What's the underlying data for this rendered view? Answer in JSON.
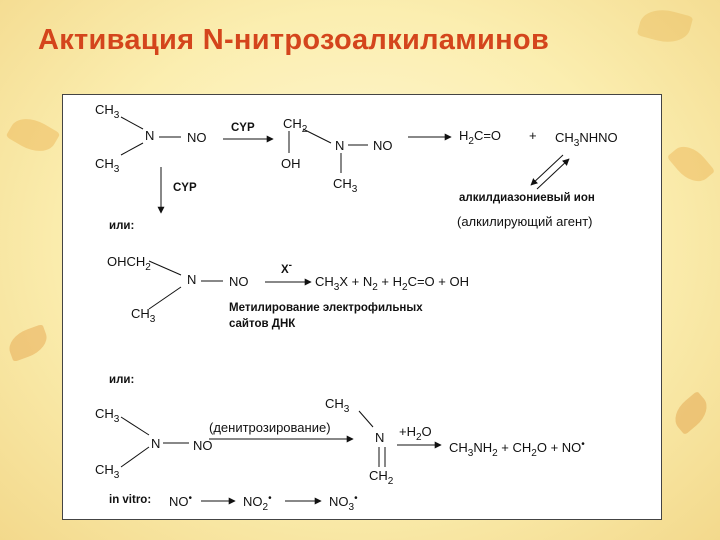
{
  "title": "Активация N-нитрозоалкиламинов",
  "diagram": {
    "r1_top_ch": "CH",
    "r1_top_3": "3",
    "r1_bot_ch": "CH",
    "r1_bot_3": "3",
    "r1_n": "N",
    "r1_no": "NO",
    "cyp_right": "CYP",
    "i1_ch": "CH",
    "i1_2": "2",
    "i1_n": "N",
    "i1_no": "NO",
    "i1_oh": "OH",
    "i1_ch3": "CH",
    "i1_3": "3",
    "p1_h": "H",
    "p1_2": "2",
    "p1_rest": "C=O",
    "plus": "+",
    "p1_ch": "CH",
    "p1_3": "3",
    "p1_nhno": "NHNO",
    "diazonium": "алкилдиазониевый ион",
    "alkylating": "(алкилирующий агент)",
    "cyp_down": "CYP",
    "or_1": "или:",
    "m_ohch": "OHCH",
    "m_2": "2",
    "m_n": "N",
    "m_no": "NO",
    "m_ch": "CH",
    "m_3": "3",
    "m_x": "X",
    "m_minus": "-",
    "m_prod_ch": "CH",
    "m_prod_3": "3",
    "m_prod_x": "X + N",
    "m_prod_2a": "2",
    "m_prod_h": " + H",
    "m_prod_2b": "2",
    "m_prod_rest": "C=O + OH",
    "methylation_1": "Метилирование электрофильных",
    "methylation_2": "сайтов ДНК",
    "or_2": "или:",
    "d_top_ch": "CH",
    "d_top_3": "3",
    "d_bot_ch": "CH",
    "d_bot_3": "3",
    "d_n": "N",
    "d_no": "NO",
    "denitro": "(денитрозирование)",
    "d_ch": "CH",
    "d_3": "3",
    "d_n2": "N",
    "d_ch2": "CH",
    "d_2": "2",
    "d_h2o_a": "+H",
    "d_h2o_2": "2",
    "d_h2o_b": "O",
    "d_prod_ch": "CH",
    "d_prod_3": "3",
    "d_prod_nh": "NH",
    "d_prod_2": "2",
    "d_prod_ch2o": " + CH",
    "d_prod_2b": "2",
    "d_prod_rest": "O + NO",
    "d_prod_dot": "•",
    "iv_label": "in vitro:",
    "iv_no": "NO",
    "iv_dot1": "•",
    "iv_no2": "NO",
    "iv_2": "2",
    "iv_dot2": "•",
    "iv_no3": "NO",
    "iv_3": "3",
    "iv_dot3": "•"
  }
}
